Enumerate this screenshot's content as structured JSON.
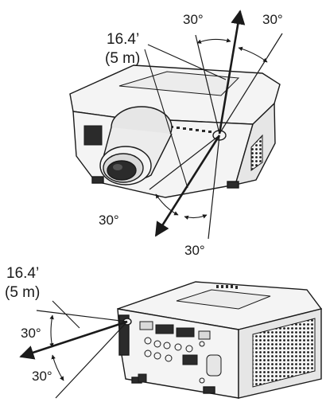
{
  "labels": {
    "top_distance_ft": "16.4’",
    "top_distance_m": "(5 m)",
    "top_angle_left": "30°",
    "top_angle_right": "30°",
    "front_angle_left": "30°",
    "front_angle_bottom": "30°",
    "rear_distance_ft": "16.4’",
    "rear_distance_m": "(5 m)",
    "rear_angle_top": "30°",
    "rear_angle_bottom": "30°"
  },
  "colors": {
    "line": "#1a1a1a",
    "body_fill": "#f4f4f4",
    "shade_fill": "#d9d9d9",
    "dark_fill": "#2b2b2b"
  }
}
